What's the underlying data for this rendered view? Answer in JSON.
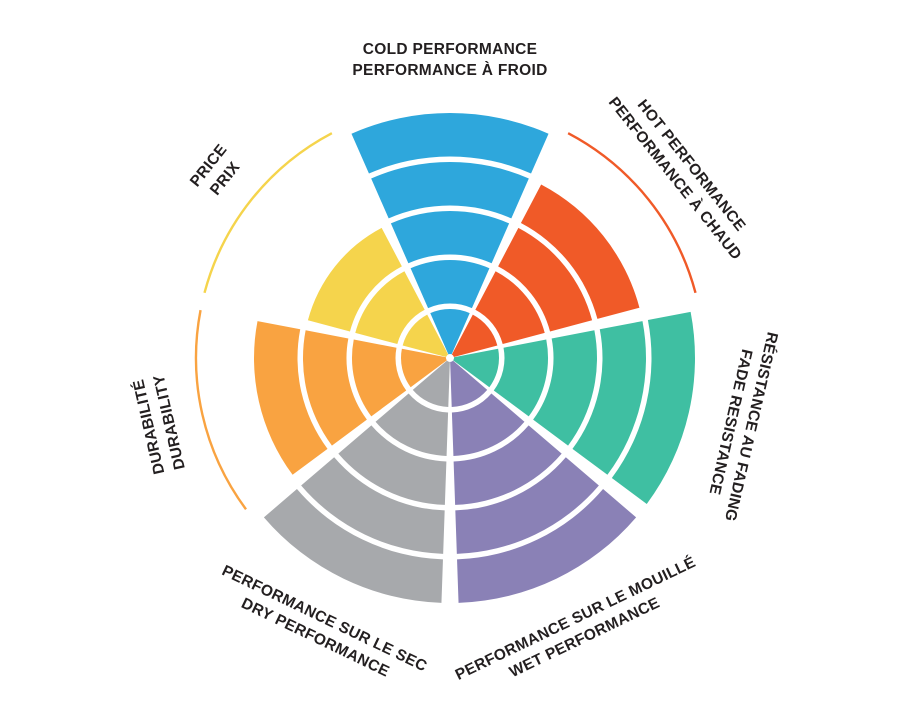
{
  "chart_data": {
    "type": "polar-sector-wheel",
    "title": "",
    "max_value": 5,
    "ring_count": 5,
    "scale": [
      0,
      5
    ],
    "start_angle_deg": -90,
    "direction": "clockwise",
    "grid": "white concentric ring dividers inside each colored sector",
    "legend_position": "rotated tangential labels around wheel rim",
    "categories": [
      "COLD PERFORMANCE / PERFORMANCE À FROID",
      "HOT PERFORMANCE / PERFORMANCE À CHAUD",
      "RÉSISTANCE AU FADING / FADE RESISTANCE",
      "PERFORMANCE SUR LE MOUILLÉ / WET PERFORMANCE",
      "PERFORMANCE SUR LE SEC / DRY PERFORMANCE",
      "DURABILITÉ / DURABILITY",
      "PRICE / PRIX"
    ],
    "values": [
      5,
      4,
      5,
      5,
      5,
      4,
      3
    ],
    "sectors": [
      {
        "id": "cold-performance",
        "label_line1": "COLD PERFORMANCE",
        "label_line2": "PERFORMANCE À FROID",
        "value": 5,
        "color": "#2EA7DC",
        "full_scale_arc": false
      },
      {
        "id": "hot-performance",
        "label_line1": "HOT PERFORMANCE",
        "label_line2": "PERFORMANCE À CHAUD",
        "value": 4,
        "color": "#F05A28",
        "full_scale_arc": true
      },
      {
        "id": "fade-resistance",
        "label_line1": "RÉSISTANCE AU FADING",
        "label_line2": "FADE RESISTANCE",
        "value": 5,
        "color": "#3FBFA2",
        "full_scale_arc": false
      },
      {
        "id": "wet-performance",
        "label_line1": "PERFORMANCE SUR LE MOUILLÉ",
        "label_line2": "WET PERFORMANCE",
        "value": 5,
        "color": "#8A81B6",
        "full_scale_arc": false
      },
      {
        "id": "dry-performance",
        "label_line1": "PERFORMANCE SUR LE SEC",
        "label_line2": "DRY PERFORMANCE",
        "value": 5,
        "color": "#A7A9AC",
        "full_scale_arc": false
      },
      {
        "id": "durability",
        "label_line1": "DURABILITÉ",
        "label_line2": "DURABILITY",
        "value": 4,
        "color": "#F9A341",
        "full_scale_arc": true
      },
      {
        "id": "price",
        "label_line1": "PRICE",
        "label_line2": "PRIX",
        "value": 3,
        "color": "#F5D44C",
        "full_scale_arc": true
      }
    ]
  },
  "colors": {
    "label_text": "#231F20",
    "background": "#FFFFFF",
    "divider": "#FFFFFF"
  }
}
